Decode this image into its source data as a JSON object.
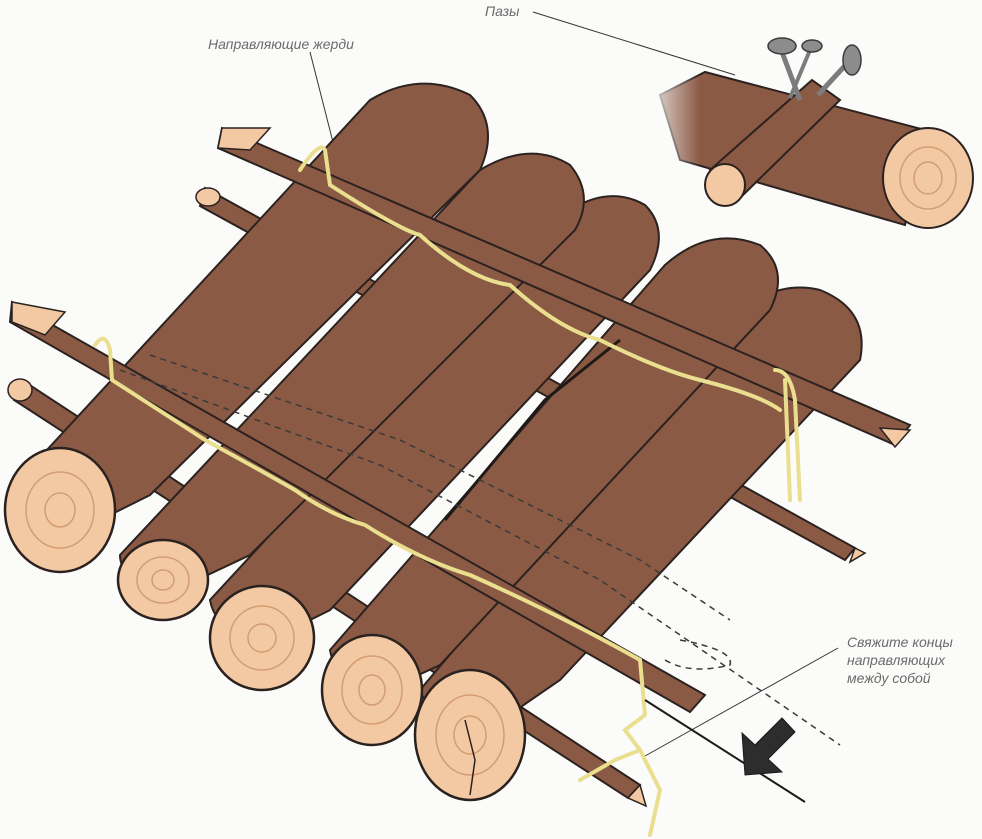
{
  "labels": {
    "grooves": "Пазы",
    "guide_poles": "Направляющие жерди",
    "tie_ends": [
      "Свяжите концы",
      "направляющих",
      "между собой"
    ]
  },
  "colors": {
    "bark": "#8b5a45",
    "bark_dark": "#6e4332",
    "wood_end": "#f2c9a3",
    "ring": "#d49c72",
    "rope": "#e9df8f",
    "outline": "#2b2220",
    "nail": "#7c7c7c",
    "arrow": "#2d2d2d"
  },
  "icons": [
    "nail-icon",
    "direction-arrow-icon"
  ]
}
